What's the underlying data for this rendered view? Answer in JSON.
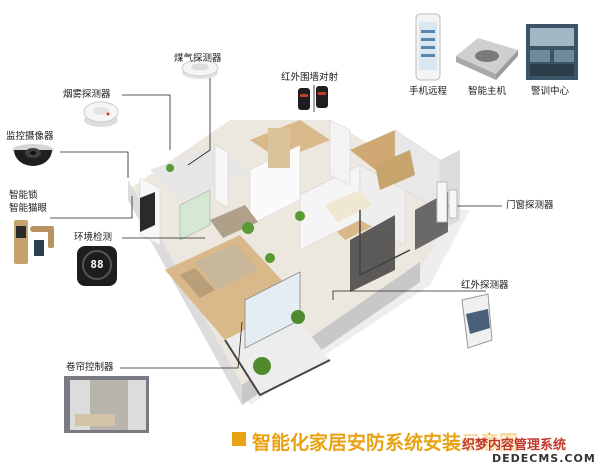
{
  "labels": {
    "gas_detector": "煤气探测器",
    "smoke_detector": "烟雾探测器",
    "ir_fence": "红外围墙对射",
    "camera": "监控摄像器",
    "smart_lock": "智能锁",
    "smart_peephole": "智能猫眼",
    "env_monitor": "环境检测",
    "door_window_detector": "门窗探测器",
    "ir_detector": "红外探测器",
    "curtain_controller": "卷帘控制器",
    "mobile_remote": "手机远程",
    "smart_host": "智能主机",
    "alarm_center": "警训中心"
  },
  "title": "智能化家居安防系统安装示意图",
  "watermark": {
    "line1": "织梦内容管理系统",
    "line2": "DEDECMS.COM"
  },
  "env_display": "88",
  "colors": {
    "accent": "#e8a213",
    "watermark_red": "#c0392b",
    "wall": "#f2f2f2",
    "floor_wood": "#d9b88a"
  }
}
